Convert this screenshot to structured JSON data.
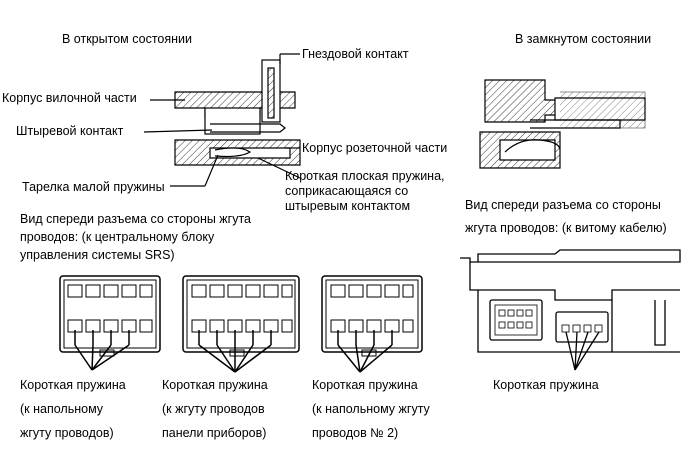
{
  "headings": {
    "open_state": "В открытом состоянии",
    "closed_state": "В замкнутом состоянии"
  },
  "callouts": {
    "socket_contact": "Гнездовой контакт",
    "plug_housing": "Корпус вилочной части",
    "pin_contact": "Штыревой контакт",
    "socket_housing": "Корпус розеточной части",
    "small_spring_plate": "Тарелка малой пружины",
    "short_flat_spring": [
      "Короткая плоская пружина,",
      "соприкасающаяся со",
      "штыревым контактом"
    ]
  },
  "front_views": {
    "srs_side": [
      "Вид спереди разъема со стороны жгута",
      "проводов: (к центральному блоку",
      "управления системы SRS)"
    ],
    "spiral_side": [
      "Вид спереди разъема со стороны",
      "жгута проводов: (к витому кабелю)"
    ]
  },
  "connectors": [
    {
      "title": "Короткая пружина",
      "lines": [
        "(к напольному",
        "жгуту проводов)"
      ]
    },
    {
      "title": "Короткая пружина",
      "lines": [
        "(к жгуту проводов",
        "панели приборов)"
      ]
    },
    {
      "title": "Короткая пружина",
      "lines": [
        "(к напольному жгуту",
        "проводов № 2)"
      ]
    },
    {
      "title": "Короткая пружина",
      "lines": []
    }
  ]
}
